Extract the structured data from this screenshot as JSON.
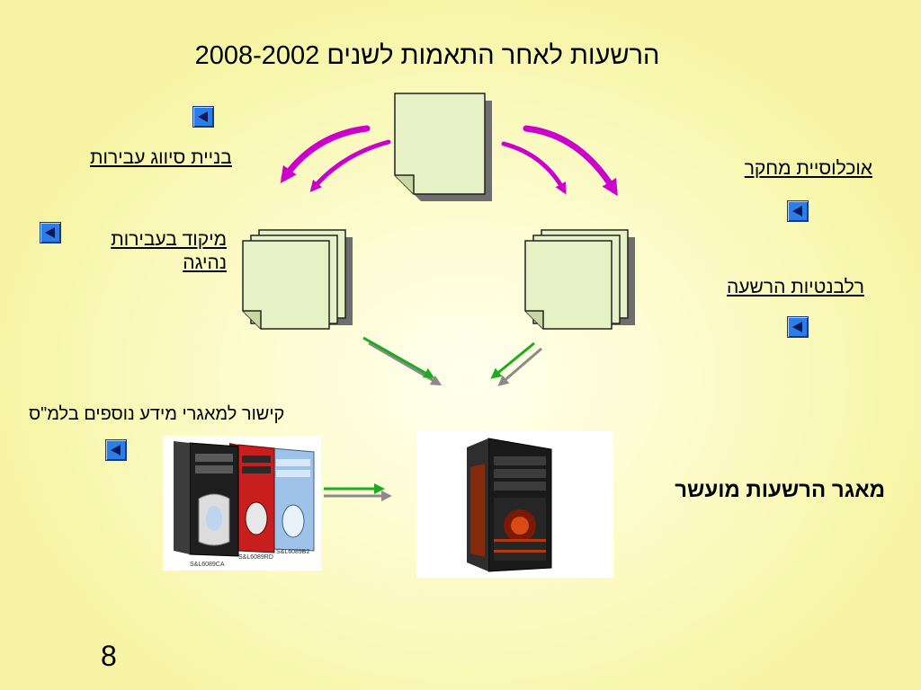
{
  "slide": {
    "title": "הרשעות לאחר התאמות לשנים 2008-2002",
    "links": {
      "crime_sorting": "בניית סיווג עבירות",
      "offense_focus_line1": "מיקוד בעבירות",
      "offense_focus_line2": "נהיגה",
      "research_population": "אוכלוסיית מחקר",
      "conviction_relevance": "רלבנטיות הרשעה"
    },
    "linking_caption": "קישור למאגרי מידע נוספים בלמ\"ס",
    "enriched_label": "מאגר הרשעות מועשר",
    "page_number": "8",
    "photo_labels": [
      "S&L6089CA",
      "S&L6089RD",
      "S&L6089B2"
    ],
    "icons": {
      "nav": "back-arrow-icon",
      "document": "document-icon",
      "document_stack": "document-stack-icon",
      "computer": "computer-tower-icon"
    },
    "colors": {
      "background": "#fdfccf",
      "curved_arrow": "#cc00cc",
      "green_arrow": "#22b422",
      "nav_button": "#2c7de8",
      "document_fill": "#e6f2c6"
    }
  }
}
